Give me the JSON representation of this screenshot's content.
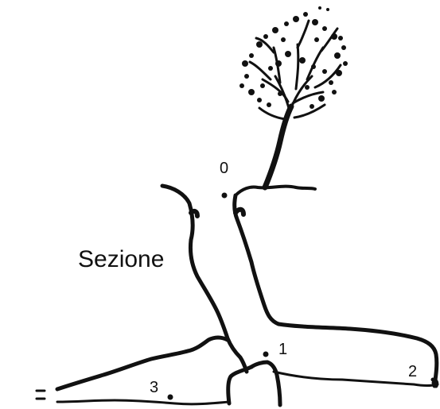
{
  "diagram": {
    "title": "Sezione",
    "points": [
      {
        "id": "0",
        "label": "0"
      },
      {
        "id": "1",
        "label": "1"
      },
      {
        "id": "2",
        "label": "2"
      },
      {
        "id": "3",
        "label": "3"
      }
    ],
    "colors": {
      "ink": "#111111",
      "background": "#ffffff"
    }
  }
}
